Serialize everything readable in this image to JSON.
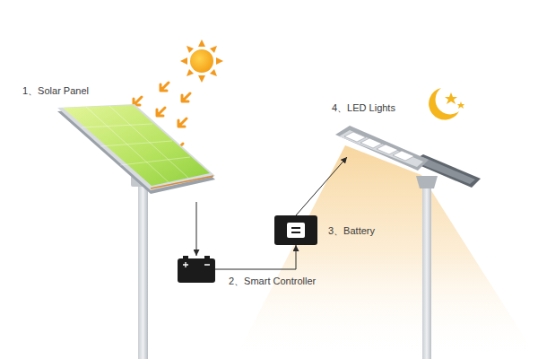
{
  "diagram": {
    "nodes": [
      {
        "text": [
          "1、Solar Panel"
        ]
      },
      {
        "text": [
          "2、Smart Controller"
        ]
      },
      {
        "text": [
          "3、Battery"
        ]
      },
      {
        "text": [
          "4、LED Lights"
        ]
      }
    ],
    "edges": [
      {
        "from": 0,
        "to": 1,
        "arrow": "to"
      },
      {
        "from": 1,
        "to": 2,
        "arrow": "to"
      },
      {
        "from": 2,
        "to": 3,
        "arrow": "to"
      }
    ]
  }
}
